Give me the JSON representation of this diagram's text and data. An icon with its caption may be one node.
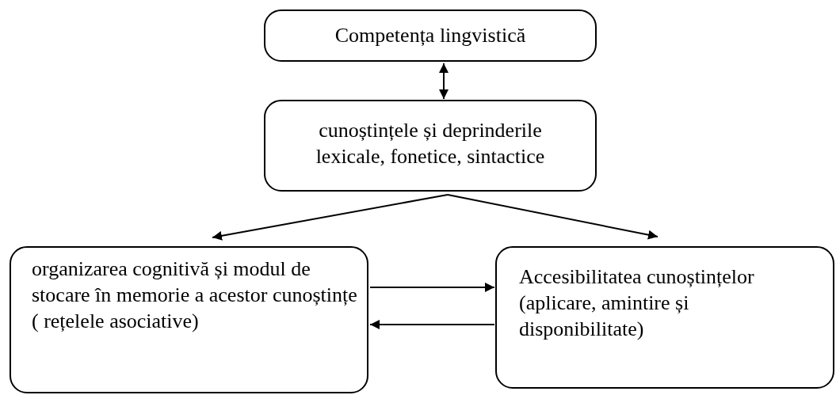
{
  "diagram": {
    "nodes": [
      {
        "text": [
          "Competența lingvistică"
        ]
      },
      {
        "text": [
          "cunoștințele și deprinderile lexicale, fonetice, sintactice"
        ]
      },
      {
        "text": [
          "organizarea cognitivă și modul de stocare în memorie a acestor cunoștințe ( rețelele asociative)"
        ]
      },
      {
        "text": [
          "Accesibilitatea cunoștințelor (aplicare, amintire și disponibilitate)"
        ]
      }
    ],
    "edges": [
      {
        "from": 0,
        "to": 1,
        "arrow": "both"
      },
      {
        "from": 1,
        "to": 2,
        "arrow": "to"
      },
      {
        "from": 1,
        "to": 3,
        "arrow": "to"
      },
      {
        "from": 2,
        "to": 3,
        "arrow": "to"
      },
      {
        "from": 3,
        "to": 2,
        "arrow": "to"
      }
    ]
  }
}
